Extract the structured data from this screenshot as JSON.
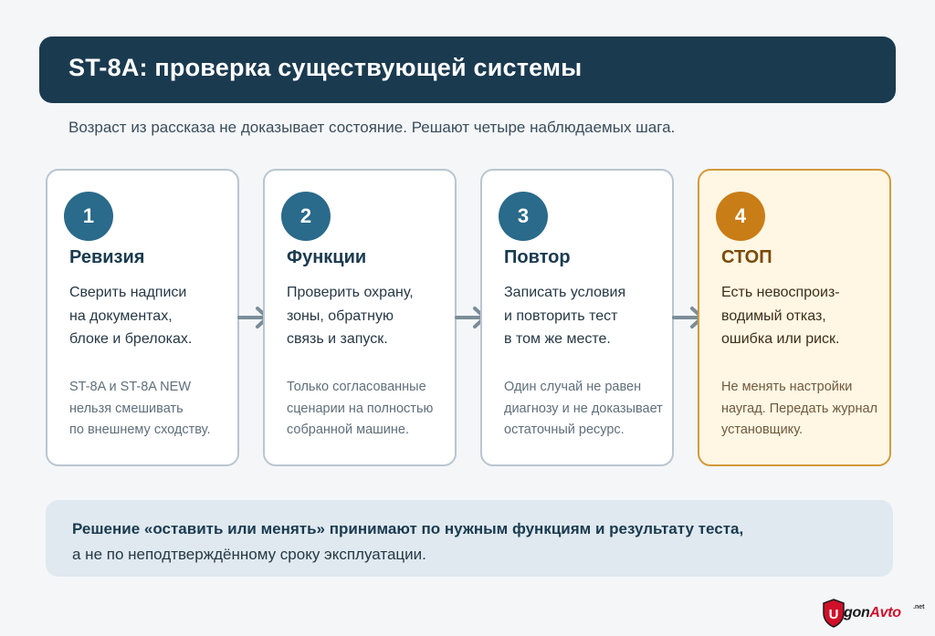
{
  "header": {
    "title": "ST-8A: проверка существующей системы"
  },
  "subtitle": "Возраст из рассказа не доказывает состояние. Решают четыре наблюдаемых шага.",
  "steps": [
    {
      "number": "1",
      "title": "Ревизия",
      "text": "Сверить надписи\nна документах,\nблоке и брелоках.",
      "note": "ST-8A и ST-8A NEW\nнельзя смешивать\nпо внешнему сходству."
    },
    {
      "number": "2",
      "title": "Функции",
      "text": "Проверить охрану,\nзоны, обратную\nсвязь и запуск.",
      "note": "Только согласованные\nсценарии на полностью\nсобранной машине."
    },
    {
      "number": "3",
      "title": "Повтор",
      "text": "Записать условия\nи повторить тест\nв том же месте.",
      "note": "Один случай не равен\nдиагнозу и не доказывает\nостаточный ресурс."
    },
    {
      "number": "4",
      "title": "СТОП",
      "text": "Есть невоспроиз-\nводимый отказ,\nошибка или риск.",
      "note": "Не менять настройки\nнаугад. Передать журнал\nустановщику."
    }
  ],
  "footer": {
    "line1": "Решение «оставить или менять» принимают по нужным функциям и результату теста,",
    "line2": "а не по неподтверждённому сроку эксплуатации."
  },
  "watermark": {
    "prefix": "U",
    "part1": "gon",
    "part2": "Avto",
    "suffix": ".net"
  },
  "colors": {
    "primary": "#1a3a4f",
    "step_circle": "#2a6a8a",
    "stop_accent": "#c97d17",
    "stop_background": "#fff6e3",
    "arrow": "#7b8d99"
  }
}
